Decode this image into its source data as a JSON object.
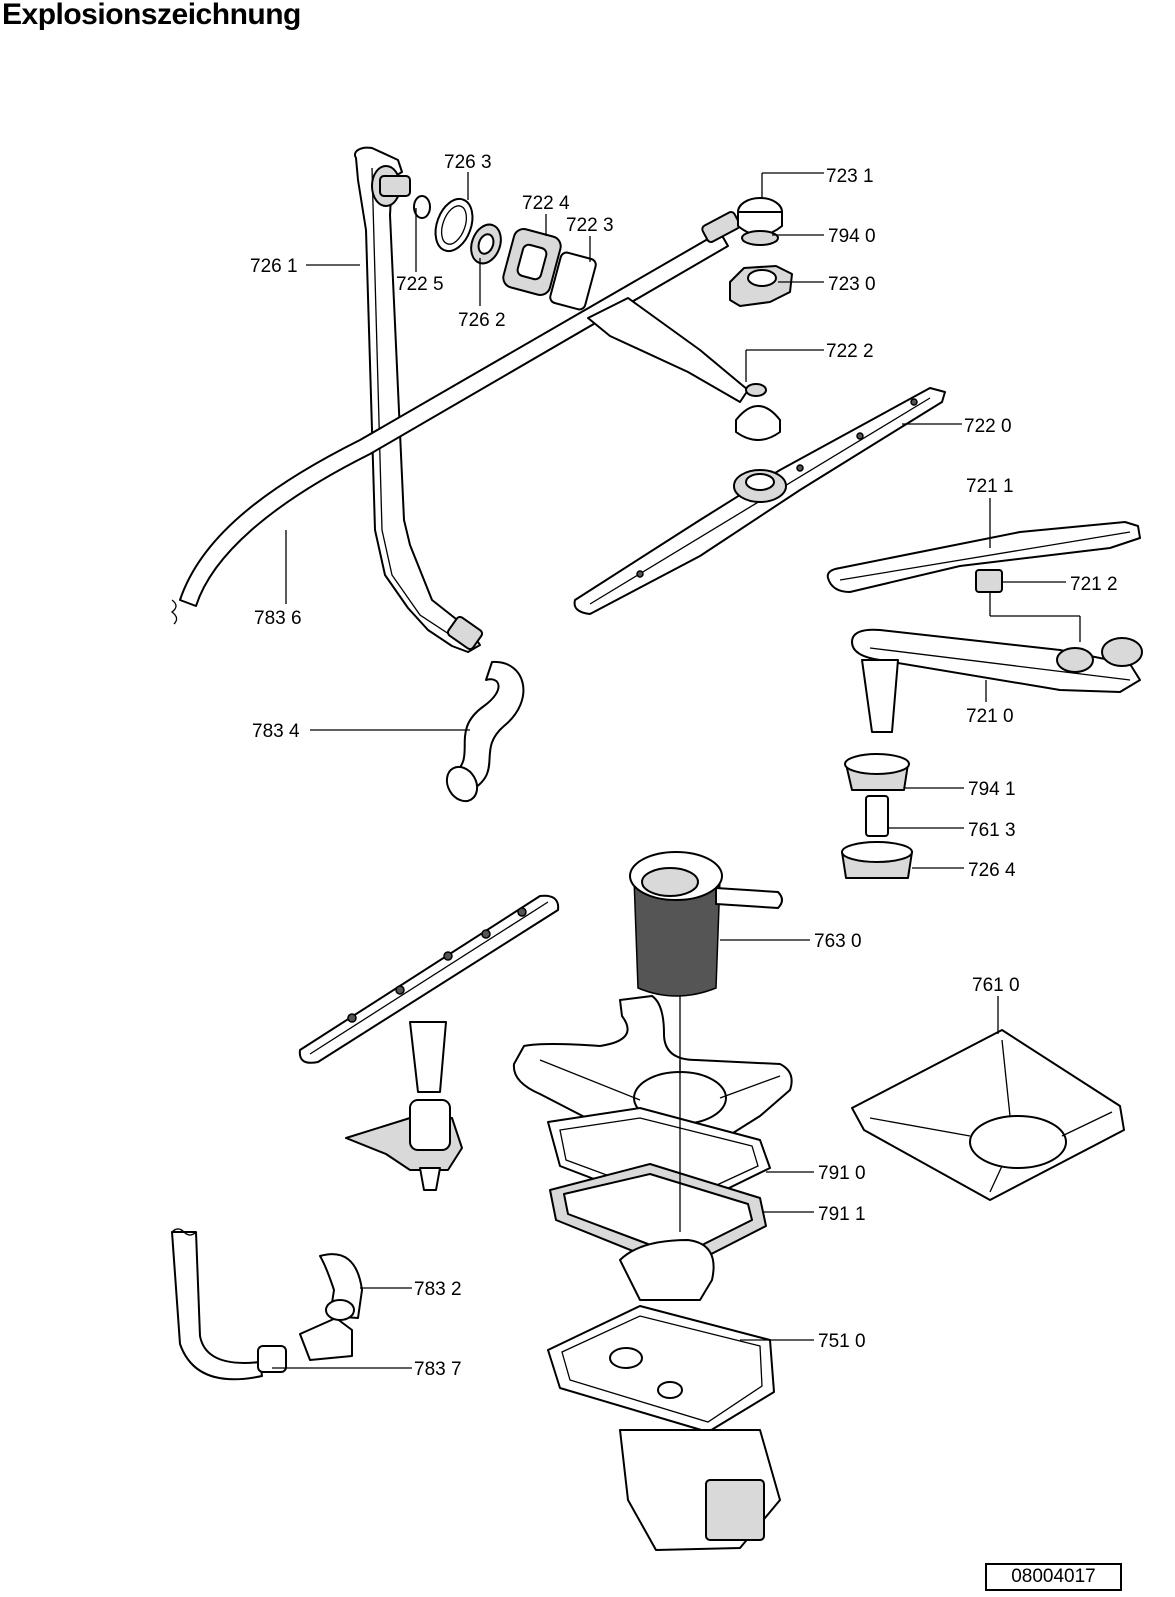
{
  "title": "Explosionszeichnung",
  "document_number": "08004017",
  "callouts": [
    {
      "id": "7263",
      "label": "726 3"
    },
    {
      "id": "7231",
      "label": "723 1"
    },
    {
      "id": "7224",
      "label": "722 4"
    },
    {
      "id": "7223",
      "label": "722 3"
    },
    {
      "id": "7940",
      "label": "794 0"
    },
    {
      "id": "7261",
      "label": "726 1"
    },
    {
      "id": "7225",
      "label": "722 5"
    },
    {
      "id": "7230",
      "label": "723 0"
    },
    {
      "id": "7262",
      "label": "726 2"
    },
    {
      "id": "7222",
      "label": "722 2"
    },
    {
      "id": "7220",
      "label": "722 0"
    },
    {
      "id": "7211",
      "label": "721 1"
    },
    {
      "id": "7212",
      "label": "721 2"
    },
    {
      "id": "7836",
      "label": "783 6"
    },
    {
      "id": "7210",
      "label": "721 0"
    },
    {
      "id": "7834",
      "label": "783 4"
    },
    {
      "id": "7941",
      "label": "794 1"
    },
    {
      "id": "7613",
      "label": "761 3"
    },
    {
      "id": "7264",
      "label": "726 4"
    },
    {
      "id": "7630",
      "label": "763 0"
    },
    {
      "id": "7610",
      "label": "761 0"
    },
    {
      "id": "7910",
      "label": "791 0"
    },
    {
      "id": "7911",
      "label": "791 1"
    },
    {
      "id": "7832",
      "label": "783 2"
    },
    {
      "id": "7510",
      "label": "751 0"
    },
    {
      "id": "7837",
      "label": "783 7"
    }
  ]
}
